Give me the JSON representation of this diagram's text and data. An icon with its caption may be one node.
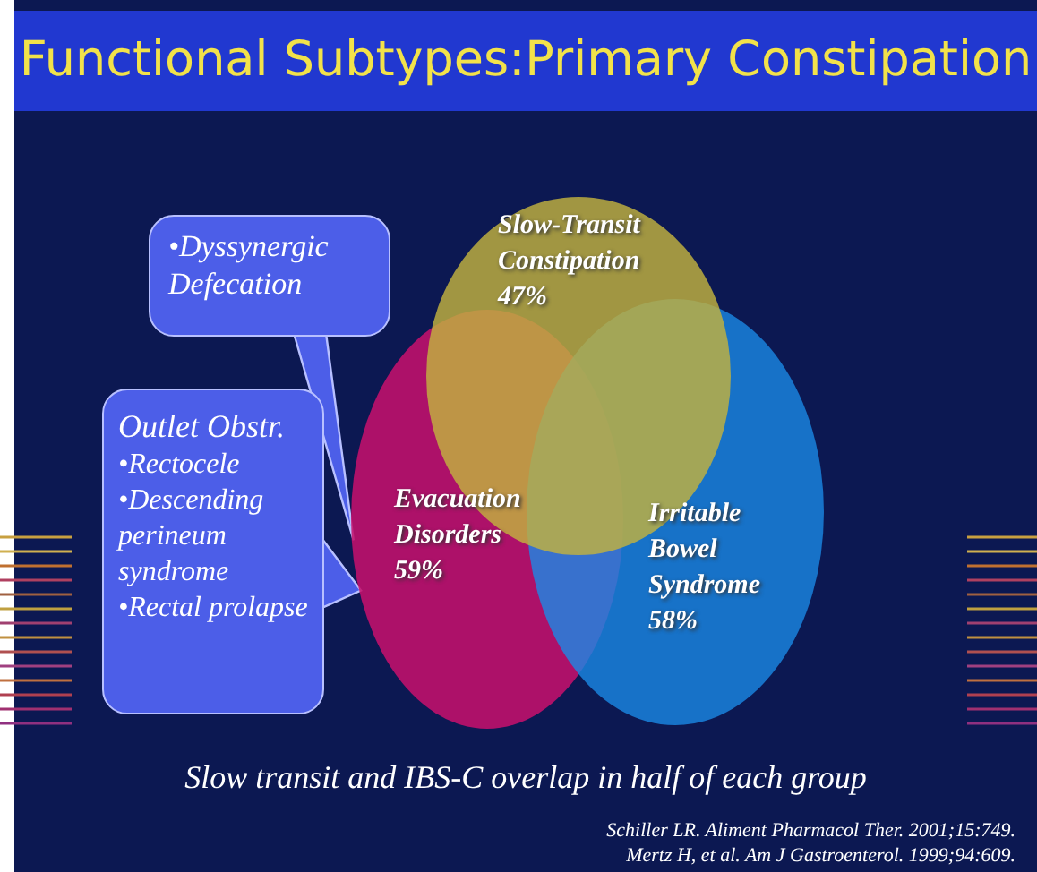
{
  "diagram": {
    "title": "Functional Subtypes:Primary Constipation",
    "caption": "Slow transit and IBS-C overlap in half of each group",
    "nodes": [
      {
        "text": [
          "Slow-Transit Constipation",
          "47%"
        ]
      },
      {
        "text": [
          "Evacuation Disorders",
          "59%"
        ]
      },
      {
        "text": [
          "Irritable Bowel Syndrome",
          "58%"
        ]
      },
      {
        "text": [
          "•Dyssynergic Defecation"
        ]
      },
      {
        "text": [
          "Outlet Obstr.",
          "•Rectocele",
          "•Descending perineum syndrome",
          "•Rectal prolapse"
        ]
      }
    ],
    "edges": [
      {
        "from": 3,
        "to": 1,
        "arrow": "to"
      },
      {
        "from": 4,
        "to": 1,
        "arrow": "to"
      }
    ],
    "labels": [
      "Schiller LR. Aliment Pharmacol Ther. 2001;15:749.",
      "Mertz H, et al. Am J Gastroenterol. 1999;94:609."
    ]
  }
}
